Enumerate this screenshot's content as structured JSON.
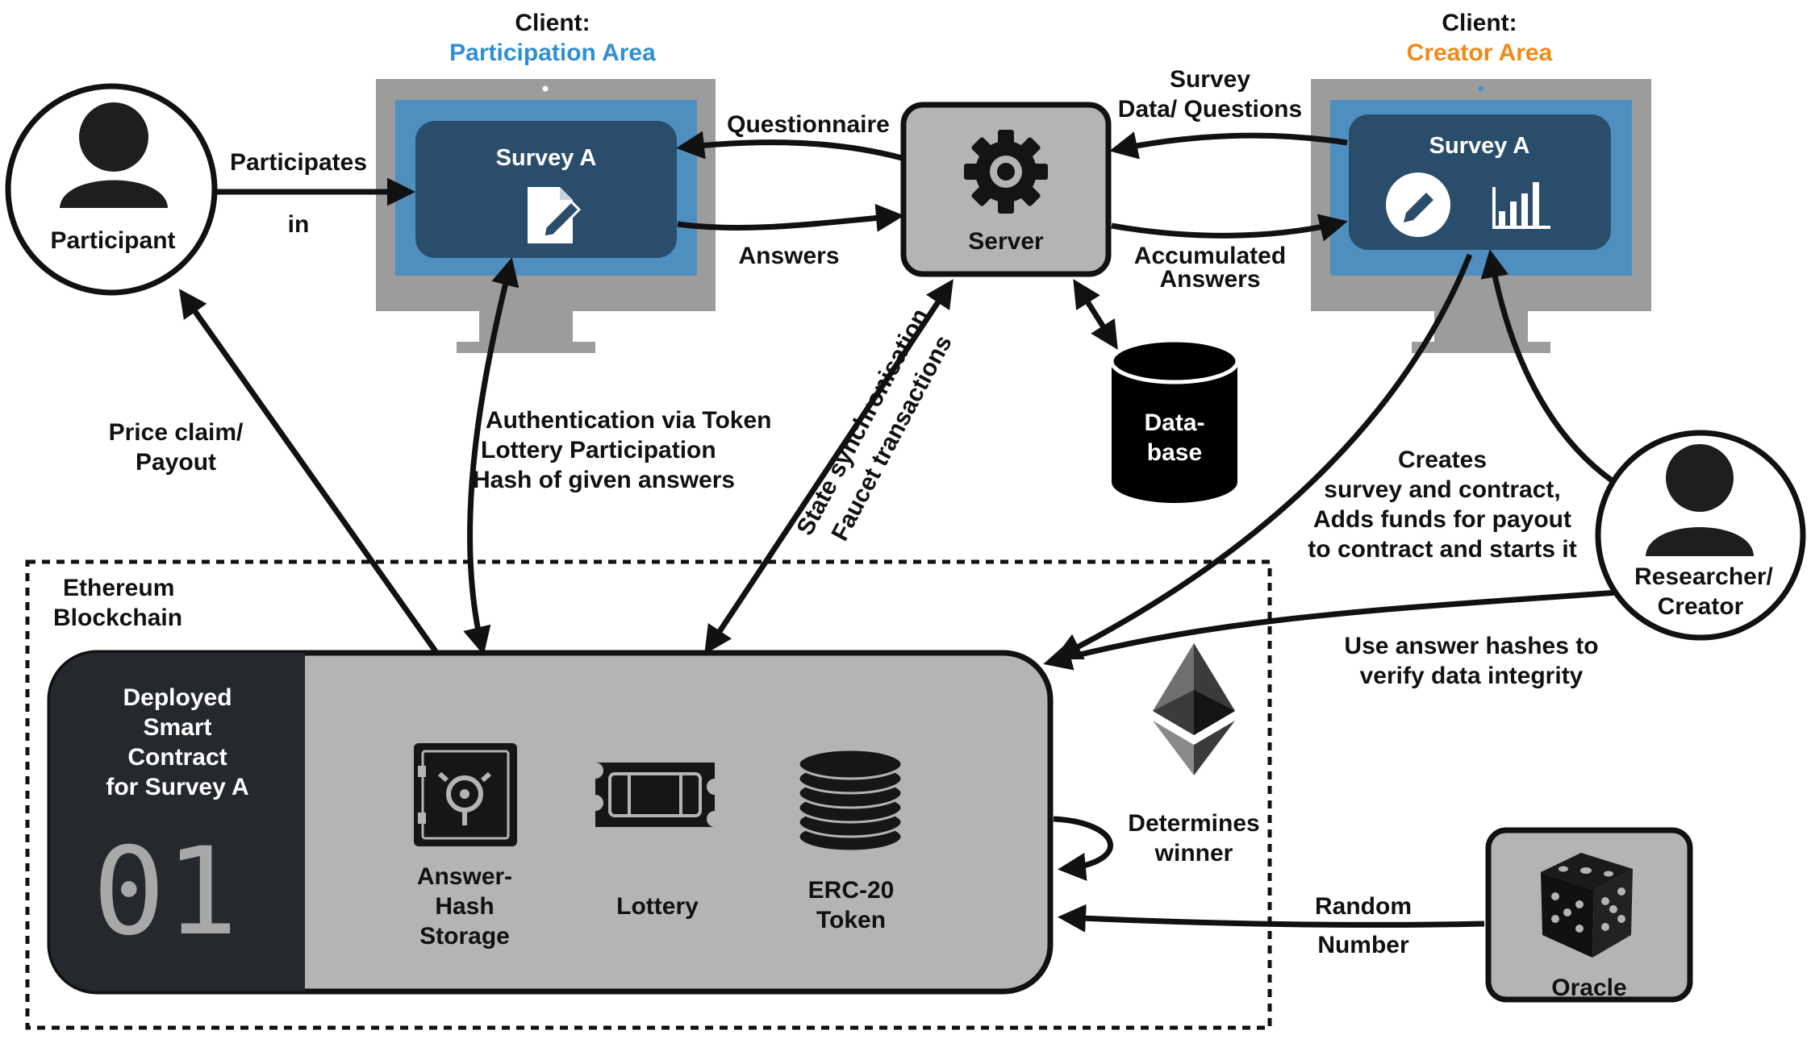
{
  "clients": {
    "participation": {
      "heading": "Client:",
      "area": "Participation Area",
      "area_color": "#2f8fd4",
      "card_title": "Survey A"
    },
    "creator": {
      "heading": "Client:",
      "area": "Creator Area",
      "area_color": "#ef8a17",
      "card_title": "Survey A"
    }
  },
  "actors": {
    "participant": "Participant",
    "researcher_l1": "Researcher/",
    "researcher_l2": "Creator"
  },
  "server": {
    "label": "Server"
  },
  "database": {
    "l1": "Data-",
    "l2": "base"
  },
  "oracle": {
    "label": "Oracle"
  },
  "blockchain": {
    "l1": "Ethereum",
    "l2": "Blockchain",
    "contract": {
      "l1": "Deployed",
      "l2": "Smart",
      "l3": "Contract",
      "l4": "for Survey A",
      "number": "01"
    },
    "components": {
      "storage_l1": "Answer-",
      "storage_l2": "Hash",
      "storage_l3": "Storage",
      "lottery": "Lottery",
      "token_l1": "ERC-20",
      "token_l2": "Token"
    }
  },
  "edges": {
    "participates_l1": "Participates",
    "participates_l2": "in",
    "questionnaire": "Questionnaire",
    "answers": "Answers",
    "survey_l1": "Survey",
    "survey_l2": "Data/ Questions",
    "accumulated_l1": "Accumulated",
    "accumulated_l2": "Answers",
    "price_l1": "Price claim/",
    "price_l2": "Payout",
    "auth_l1": "Authentication via Token",
    "auth_l2": "Lottery Participation",
    "auth_l3": "Hash of given answers",
    "state_l1": "State synchronisation",
    "state_l2": "Faucet transactions",
    "creates_l1": "Creates",
    "creates_l2": "survey and contract,",
    "creates_l3": "Adds funds for payout",
    "creates_l4": "to contract and starts it",
    "verify_l1": "Use answer hashes to",
    "verify_l2": "verify data integrity",
    "determines_l1": "Determines",
    "determines_l2": "winner",
    "random_l1": "Random",
    "random_l2": "Number"
  },
  "colors": {
    "monitor_frame": "#9c9c9c",
    "screen": "#4f8fbf",
    "card": "#2a4d6c",
    "panel_gray": "#b4b4b4",
    "contract_dark": "#25282c"
  }
}
